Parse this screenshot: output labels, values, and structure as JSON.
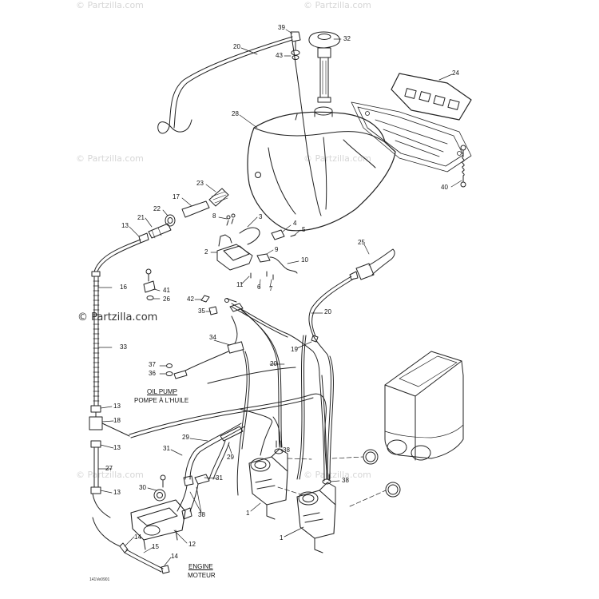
{
  "watermark": {
    "text": "© Partzilla.com",
    "strong_text": "© Partzilla.com"
  },
  "captions": {
    "oil_pump_en": "OIL PUMP",
    "oil_pump_fr": "POMPE À L'HUILE",
    "engine_en": "ENGINE",
    "engine_fr": "MOTEUR"
  },
  "drawing_code": "141Ve0901",
  "callouts": [
    {
      "id": "c39",
      "label": "39"
    },
    {
      "id": "c32",
      "label": "32"
    },
    {
      "id": "c20a",
      "label": "20"
    },
    {
      "id": "c43",
      "label": "43"
    },
    {
      "id": "c24",
      "label": "24"
    },
    {
      "id": "c28",
      "label": "28"
    },
    {
      "id": "c40",
      "label": "40"
    },
    {
      "id": "c23",
      "label": "23"
    },
    {
      "id": "c17",
      "label": "17"
    },
    {
      "id": "c22",
      "label": "22"
    },
    {
      "id": "c21",
      "label": "21"
    },
    {
      "id": "c13a",
      "label": "13"
    },
    {
      "id": "c8",
      "label": "8"
    },
    {
      "id": "c3",
      "label": "3"
    },
    {
      "id": "c4",
      "label": "4"
    },
    {
      "id": "c5",
      "label": "5"
    },
    {
      "id": "c2",
      "label": "2"
    },
    {
      "id": "c9",
      "label": "9"
    },
    {
      "id": "c10",
      "label": "10"
    },
    {
      "id": "c6",
      "label": "6"
    },
    {
      "id": "c7",
      "label": "7"
    },
    {
      "id": "c11",
      "label": "11"
    },
    {
      "id": "c25",
      "label": "25"
    },
    {
      "id": "c16",
      "label": "16"
    },
    {
      "id": "c41",
      "label": "41"
    },
    {
      "id": "c26",
      "label": "26"
    },
    {
      "id": "c42",
      "label": "42"
    },
    {
      "id": "c35",
      "label": "35"
    },
    {
      "id": "c20b",
      "label": "20"
    },
    {
      "id": "c34",
      "label": "34"
    },
    {
      "id": "c19",
      "label": "19"
    },
    {
      "id": "c33",
      "label": "33"
    },
    {
      "id": "c20c",
      "label": "20"
    },
    {
      "id": "c37",
      "label": "37"
    },
    {
      "id": "c36",
      "label": "36"
    },
    {
      "id": "c13b",
      "label": "13"
    },
    {
      "id": "c18",
      "label": "18"
    },
    {
      "id": "c13c",
      "label": "13"
    },
    {
      "id": "c29a",
      "label": "29"
    },
    {
      "id": "c31a",
      "label": "31"
    },
    {
      "id": "c29b",
      "label": "29"
    },
    {
      "id": "c38a",
      "label": "38"
    },
    {
      "id": "c27",
      "label": "27"
    },
    {
      "id": "c31b",
      "label": "31"
    },
    {
      "id": "c38b",
      "label": "38"
    },
    {
      "id": "c30",
      "label": "30"
    },
    {
      "id": "c13d",
      "label": "13"
    },
    {
      "id": "c38c",
      "label": "38"
    },
    {
      "id": "c1a",
      "label": "1"
    },
    {
      "id": "c12",
      "label": "12"
    },
    {
      "id": "c14a",
      "label": "14"
    },
    {
      "id": "c1b",
      "label": "1"
    },
    {
      "id": "c15",
      "label": "15"
    },
    {
      "id": "c14b",
      "label": "14"
    }
  ]
}
